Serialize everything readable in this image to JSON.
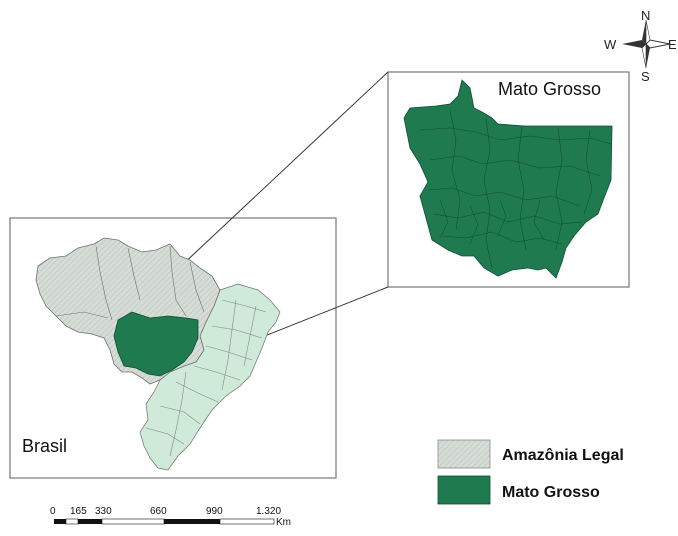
{
  "compass": {
    "north": "N",
    "south": "S",
    "east": "E",
    "west": "W",
    "icon": "compass-rose-icon"
  },
  "inset_map": {
    "title": "Mato Grosso"
  },
  "main_map": {
    "title": "Brasil"
  },
  "legend": {
    "items": [
      {
        "label": "Amazônia Legal",
        "color": "#d2dbd3",
        "pattern": "hatched"
      },
      {
        "label": "Mato Grosso",
        "color": "#1f7a4f",
        "pattern": "solid"
      }
    ]
  },
  "scale_bar": {
    "ticks": [
      "0",
      "165",
      "330",
      "660",
      "990",
      "1.320"
    ],
    "unit": "Km"
  },
  "colors": {
    "mato_grosso": "#1f7a4f",
    "amazonia_legal": "#cfd9d1",
    "other_states": "#cfead8",
    "border": "#6f6f6f"
  }
}
